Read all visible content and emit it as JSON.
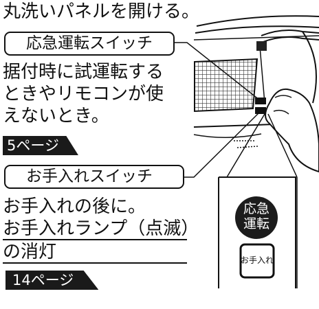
{
  "heading": "丸洗いパネルを開ける。",
  "emergency": {
    "label": "応急運転スイッチ",
    "desc_lines": [
      "据付時に試運転する",
      "ときやリモコンが使",
      "えないとき。"
    ],
    "page_ref": "5ページ"
  },
  "maintenance": {
    "label": "お手入れスイッチ",
    "desc_lines": [
      "お手入れの後に。",
      "お手入れランプ（点滅）",
      "の消灯"
    ],
    "page_ref": "14ページ"
  },
  "remote_buttons": {
    "emergency_button": [
      "応急",
      "運転"
    ],
    "maintenance_button": "お手入れ"
  }
}
